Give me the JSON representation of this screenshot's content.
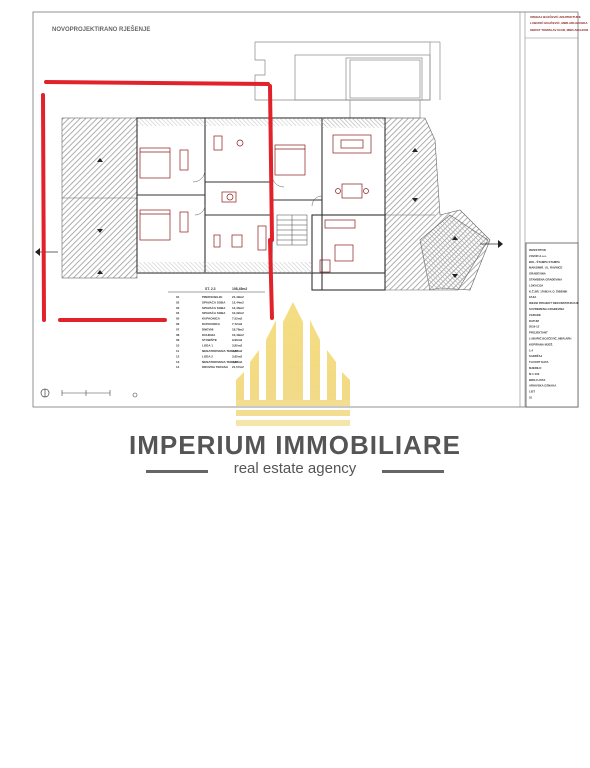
{
  "plan": {
    "heading": "NOVOPROJEKTIRANO RJEŠENJE",
    "area_table": {
      "header": "ST. 2.3",
      "header_value": "198,45m2",
      "rows": [
        {
          "n": "01",
          "label": "PREDSOBLJE",
          "value": "21,49m2"
        },
        {
          "n": "02",
          "label": "SPAVAĆA SOBA",
          "value": "12,44m2"
        },
        {
          "n": "03",
          "label": "SPAVAĆA SOBA",
          "value": "12,46m2"
        },
        {
          "n": "04",
          "label": "SPAVAĆA SOBA",
          "value": "10,32m2"
        },
        {
          "n": "05",
          "label": "KUPAONICA",
          "value": "7,52m2"
        },
        {
          "n": "06",
          "label": "KUPAONICA",
          "value": "7,72m2"
        },
        {
          "n": "07",
          "label": "DNEVNI",
          "value": "18,78m2"
        },
        {
          "n": "08",
          "label": "KUHINJA",
          "value": "10,49m2"
        },
        {
          "n": "09",
          "label": "STUBIŠTE",
          "value": "9,96m2"
        },
        {
          "n": "10",
          "label": "LODA 1",
          "value": "3,85m2"
        },
        {
          "n": "11",
          "label": "NENATKRIVENA TERASA",
          "value": "3,85m2"
        },
        {
          "n": "12",
          "label": "LODA 2",
          "value": "3,85m2"
        },
        {
          "n": "13",
          "label": "NENATKRIVENA TERASA",
          "value": "3,85m2"
        },
        {
          "n": "14",
          "label": "KROVNA TERASA",
          "value": "21,57m2"
        }
      ]
    },
    "title_block": {
      "top_lines": [
        "UREĐAJ BOJČEVIĆ ARHITEKTURE",
        "LUBURIĆ BOJČEVIĆ, MBR.ARH.BOGDA",
        "OBRAT TOMISLAV IGOR, MBR.ARH.0000"
      ],
      "lines": [
        "INVESTITOR",
        "ZAVOD d.o.o.",
        "BOL. ŠTAMPA STAMPA",
        "MAKSIMIR. UL. RAVNICE",
        "GRAĐEVINA",
        "STAMBENA GRAĐEVINA",
        "LOKACIJA",
        "K.Č.BR. 1768/3 K.O. ŠIBENIK",
        "FAZA",
        "IDEJNI PROJEKT REKONSTRUKCIJE",
        "SUVREMENA GRAĐEVINA",
        "ZGRADE",
        "DATUM",
        "2019-12",
        "PROJEKTANT",
        "LUBURIĆ BOJČEVIĆ, MBR.ARH",
        "KOPIRANA MJEŠ.",
        "1:4",
        "SADRŽAJ",
        "TLOCRT KATA",
        "MJERILO",
        "M 1:100",
        "BROJ LISTA",
        "ARHIVSKA OZNAKA",
        "LIST",
        "10"
      ]
    }
  },
  "brand": {
    "name": "IMPERIUM IMMOBILIARE",
    "tagline": "real estate agency"
  },
  "colors": {
    "marker_red": "#e2222a",
    "logo_gold": "#e8c23a",
    "line": "#555555",
    "hatch": "#9a9a9a"
  }
}
